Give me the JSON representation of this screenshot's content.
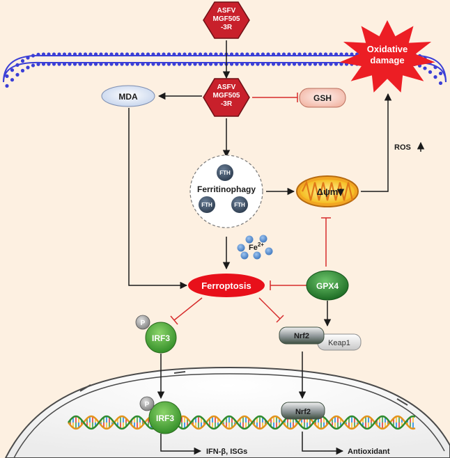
{
  "virus_outside": {
    "line1": "ASFV",
    "line2": "MGF505",
    "line3": "-3R"
  },
  "virus_inside": {
    "line1": "ASFV",
    "line2": "MGF505",
    "line3": "-3R"
  },
  "oxidative_damage": {
    "line1": "Oxidative",
    "line2": "damage"
  },
  "mda": "MDA",
  "gsh": "GSH",
  "ros": "ROS",
  "ferritinophagy": {
    "label": "Ferritinophagy",
    "fth": "FTH"
  },
  "mitochondria_label": "Δψm",
  "iron": {
    "base": "Fe",
    "sup": "2+"
  },
  "ferroptosis": "Ferroptosis",
  "gpx4": "GPX4",
  "irf3": "IRF3",
  "phospho": "P",
  "nrf2": "Nrf2",
  "keap1": "Keap1",
  "ifn_output": "IFN-β, ISGs",
  "antioxidant_output": "Antioxidant",
  "colors": {
    "background": "#FDF0E1",
    "virus": "#C8202B",
    "activation_arrow": "#1A1A1A",
    "inhibition": "#D62A2A",
    "ferroptosis": "#E8101A",
    "gpx4": "#2E8C34",
    "irf3": "#4CA83C",
    "iron": "#4F86C8",
    "membrane": "#3B3FD6"
  }
}
